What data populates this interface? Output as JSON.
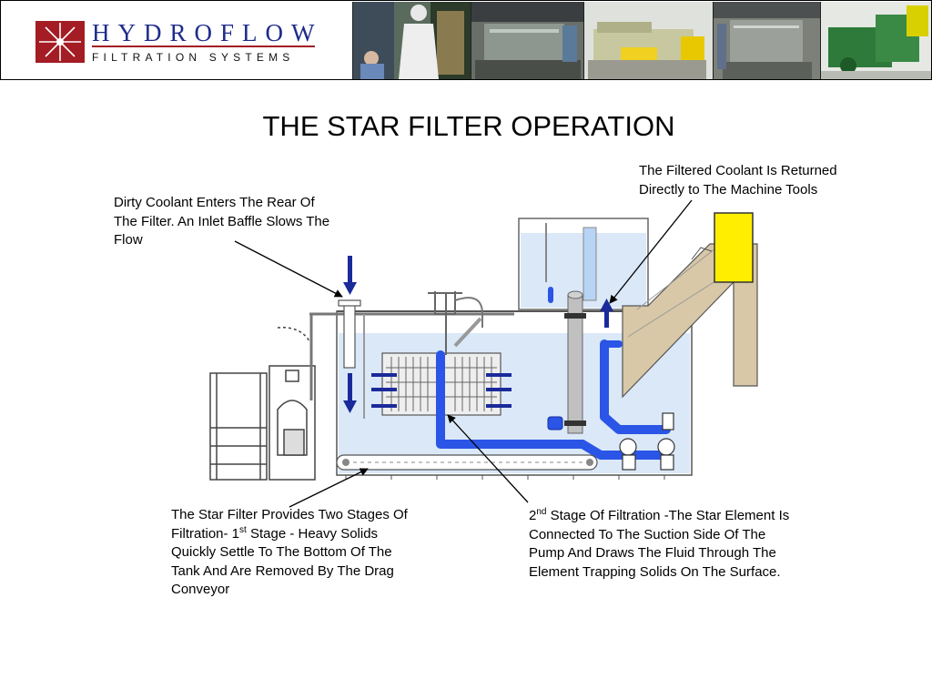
{
  "header": {
    "brand_name": "HYDROFLOW",
    "brand_subtitle": "FILTRATION SYSTEMS"
  },
  "title": "THE STAR FILTER OPERATION",
  "callouts": {
    "inlet": "Dirty Coolant Enters The Rear Of The Filter.  An Inlet Baffle Slows The Flow",
    "return": "The Filtered Coolant Is Returned Directly to The Machine Tools",
    "stage1_a": "The Star Filter Provides Two Stages Of Filtration- 1",
    "stage1_sup": "st",
    "stage1_b": " Stage - Heavy Solids Quickly Settle To The Bottom Of The Tank And Are Removed By The Drag Conveyor",
    "stage2_pre": "2",
    "stage2_sup": "nd",
    "stage2_b": " Stage Of Filtration -The Star Element Is Connected To The Suction Side Of The Pump And Draws The Fluid Through The Element Trapping Solids On The Surface."
  },
  "colors": {
    "brand_red": "#a41c24",
    "brand_blue": "#1e2c8a",
    "flow_blue": "#2a55e6",
    "arrow_navy": "#1a2a9a",
    "fluid": "#d8e8f8",
    "yellow_box": "#ffee00",
    "conveyor_tan": "#d8c8a8"
  }
}
